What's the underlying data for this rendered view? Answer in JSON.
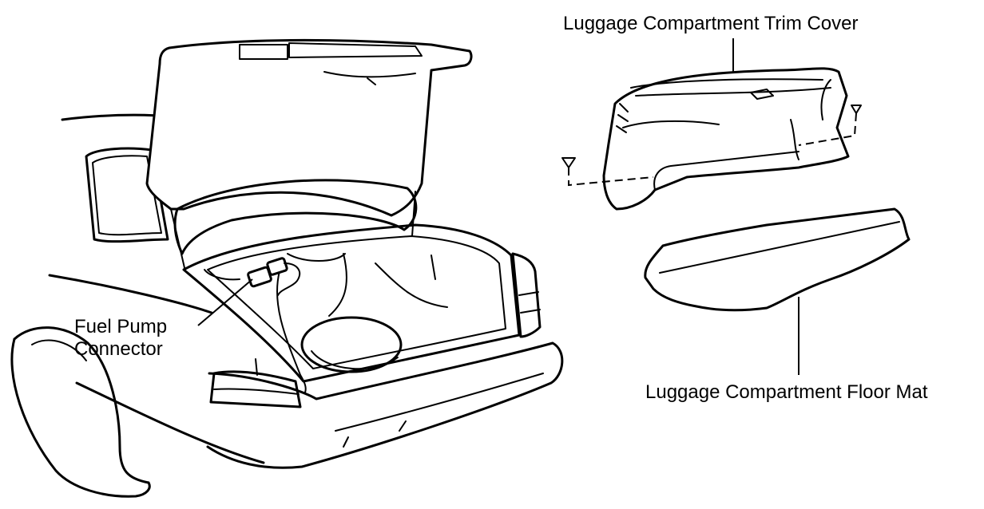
{
  "labels": {
    "trim_cover": "Luggage Compartment Trim Cover",
    "fuel_pump_line1": "Fuel Pump",
    "fuel_pump_line2": "Connector",
    "floor_mat": "Luggage Compartment Floor Mat"
  },
  "colors": {
    "ink": "#000000",
    "paper": "#ffffff"
  }
}
